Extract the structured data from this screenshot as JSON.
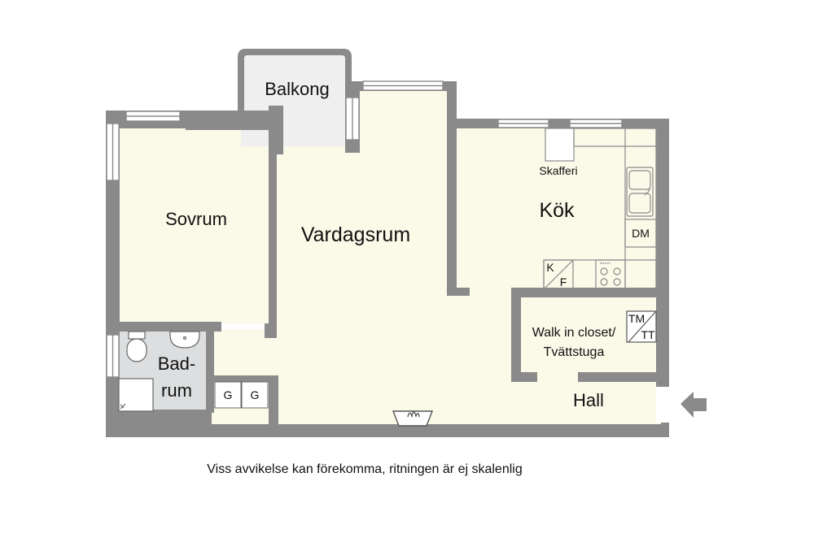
{
  "rooms": {
    "balcony": "Balkong",
    "bedroom": "Sovrum",
    "living": "Vardagsrum",
    "kitchen": "Kök",
    "pantry": "Skafferi",
    "bath_line1": "Bad-",
    "bath_line2": "rum",
    "closet_line1": "Walk in closet/",
    "closet_line2": "Tvättstuga",
    "hall": "Hall"
  },
  "fixtures": {
    "dishwasher": "DM",
    "fridge": "K",
    "freezer": "F",
    "washer": "TM",
    "dryer": "TT",
    "wardrobe_1": "G",
    "wardrobe_2": "G"
  },
  "disclaimer": "Viss avvikelse kan förekomma, ritningen är ej skalenlig",
  "colors": {
    "wall": "#8a8a8a",
    "floor": "#fbf9e8",
    "bath_floor": "#dcdee0",
    "balcony_floor": "#efefef",
    "window": "#ffffff"
  }
}
